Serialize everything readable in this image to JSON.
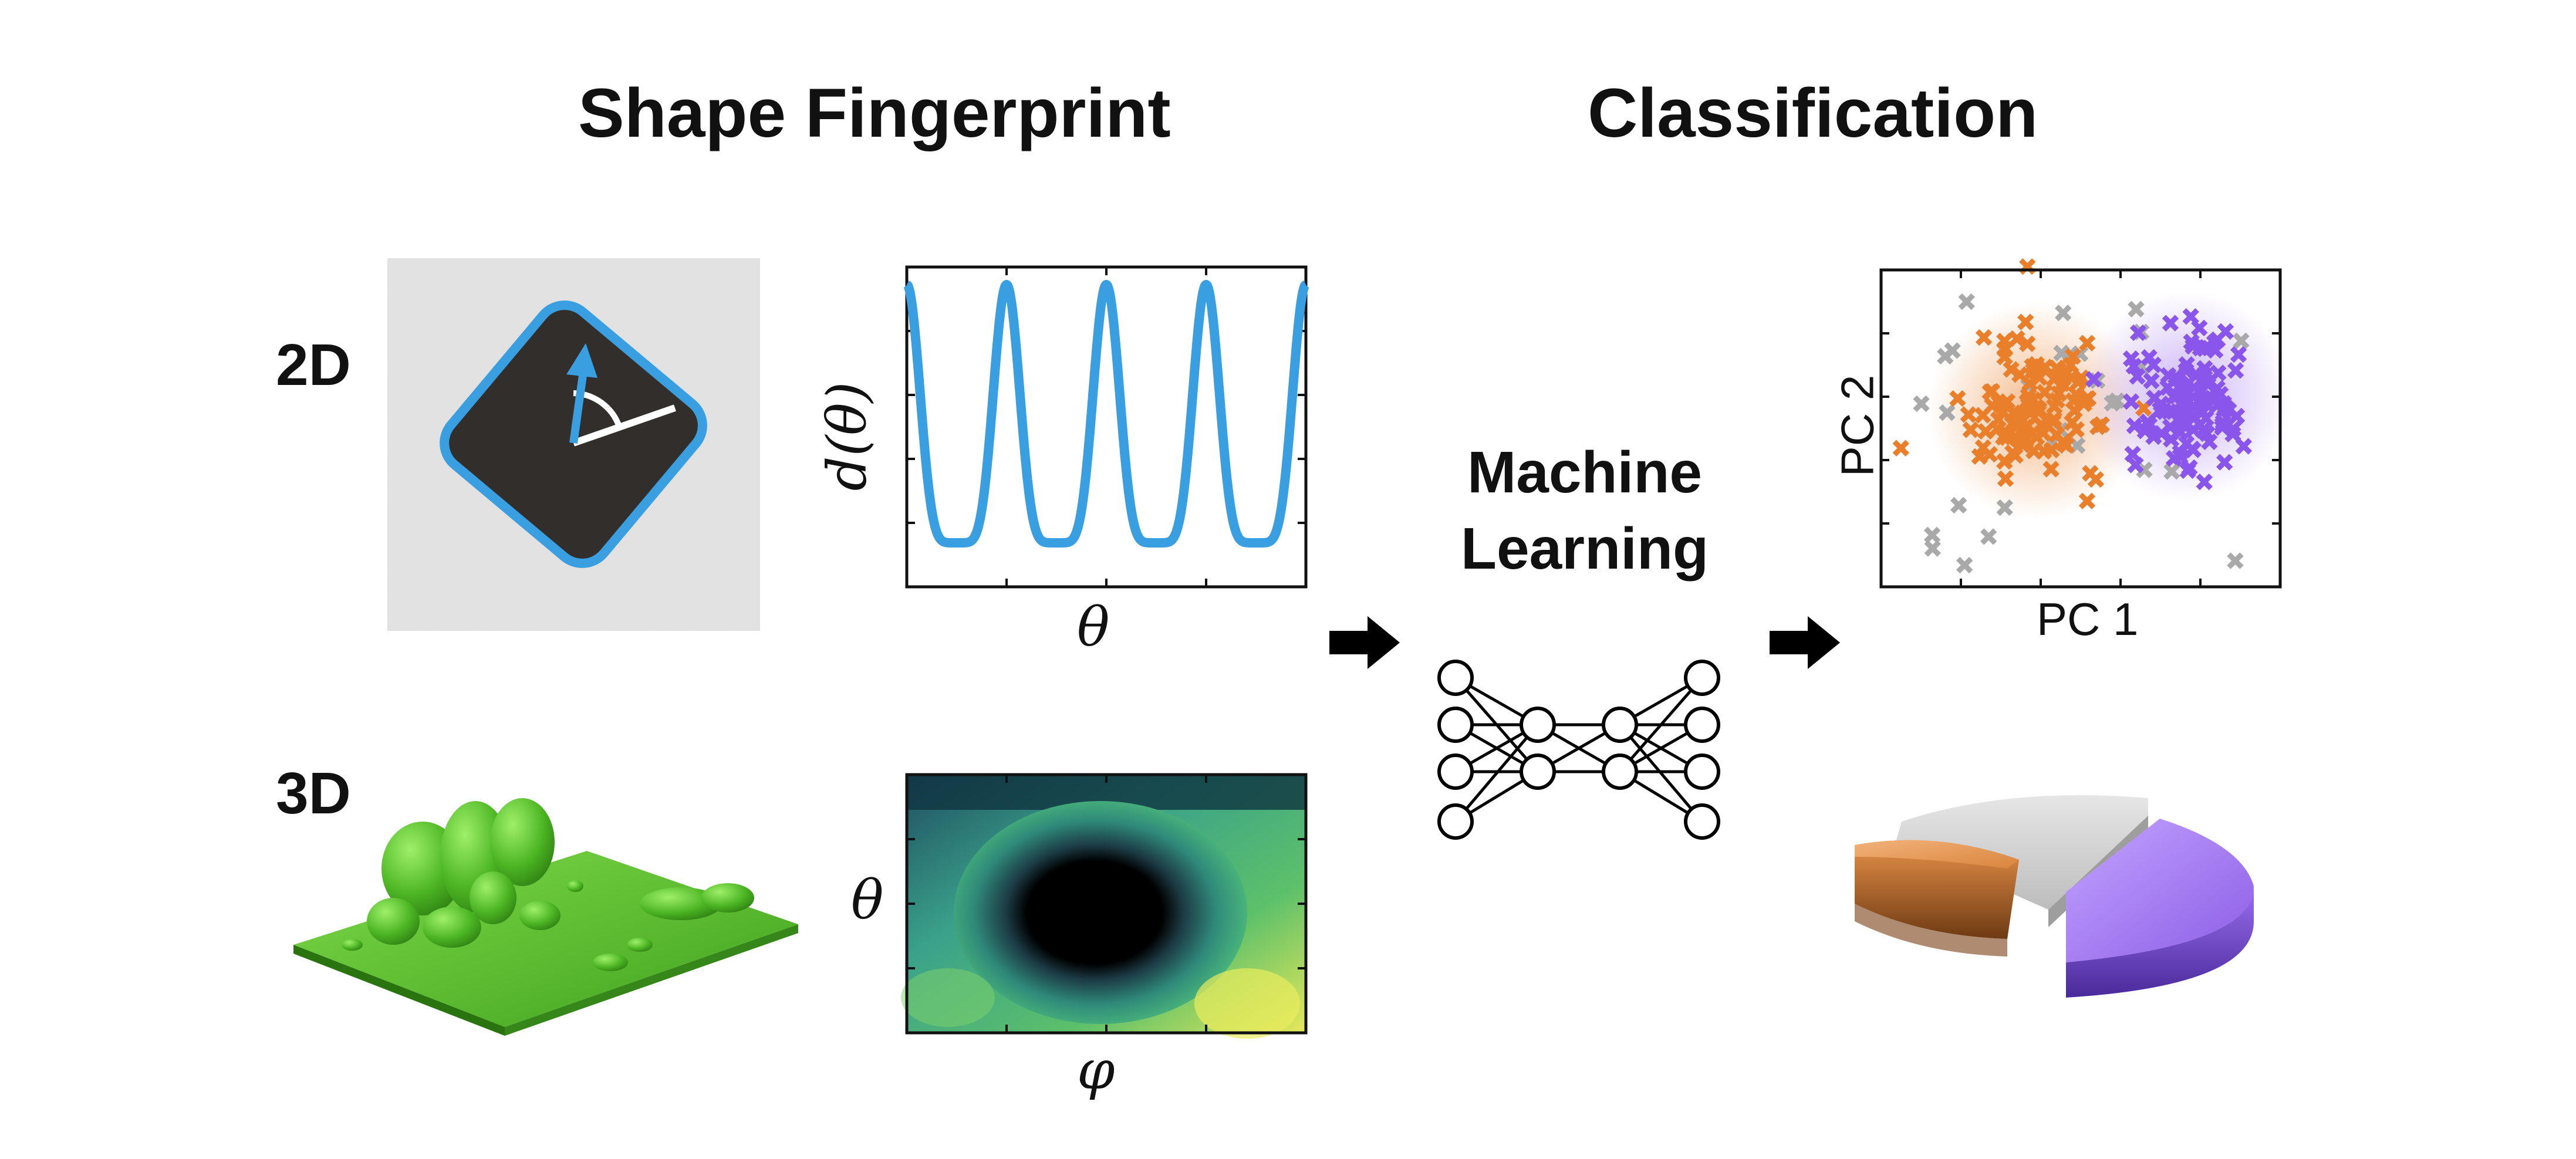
{
  "headers": {
    "shape_fingerprint": "Shape Fingerprint",
    "classification": "Classification"
  },
  "rows": {
    "two_d": "2D",
    "three_d": "3D"
  },
  "machine_learning": {
    "line1": "Machine",
    "line2": "Learning"
  },
  "plot_2d": {
    "ylabel": "d(θ)",
    "xlabel": "θ",
    "color": "#3a9fe0",
    "type": "line",
    "peaks": 5
  },
  "heatmap_3d": {
    "ylabel": "θ",
    "xlabel": "φ"
  },
  "scatter": {
    "xlabel": "PC 1",
    "ylabel": "PC 2",
    "type": "scatter",
    "colors": {
      "orange": "#ea7f2b",
      "purple": "#8a55ea",
      "gray": "#a9a9a9"
    }
  },
  "pie": {
    "type": "pie",
    "colors": {
      "orange": "#e8924a",
      "gray": "#c9c9c9",
      "purple": "#9a6ef0"
    }
  },
  "icons": {
    "arrow": "right-arrow-icon",
    "network": "neural-network-icon"
  }
}
